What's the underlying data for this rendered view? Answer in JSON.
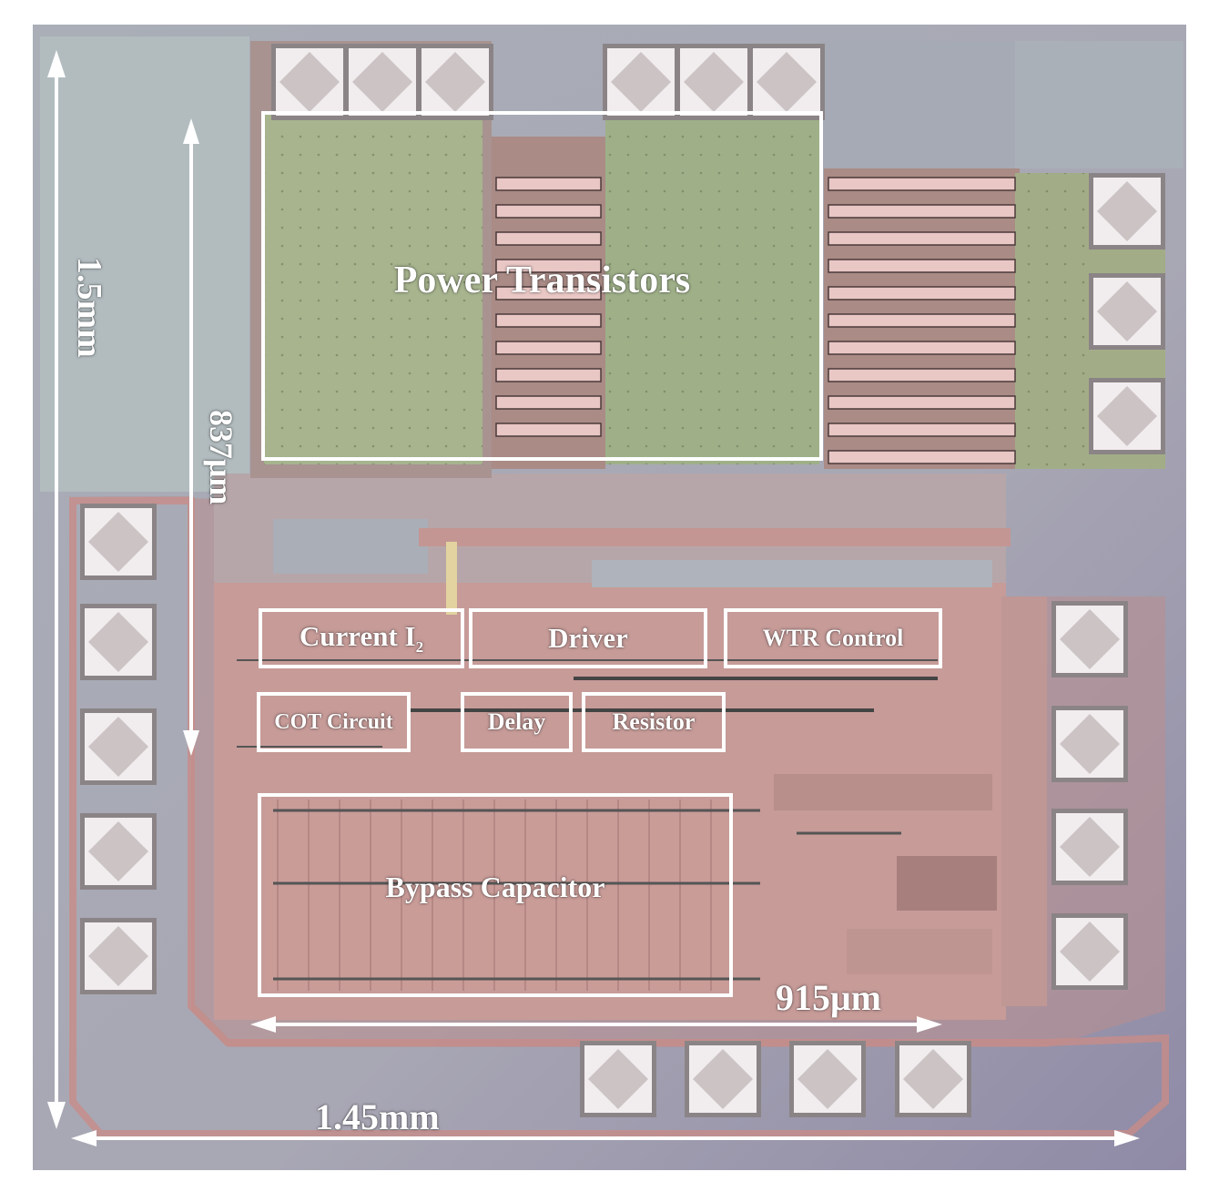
{
  "photo": {
    "colors": {
      "background": "#a7a9b6",
      "logic_area": "#c79c98",
      "power_area": "#9fb08a",
      "pad": "#ece4e6",
      "annotation": "#ffffff"
    }
  },
  "regions": {
    "power_transistors": "Power Transistors",
    "current_label": "Current I",
    "current_sub": "2",
    "driver": "Driver",
    "wtr_control": "WTR Control",
    "cot_circuit": "COT Circuit",
    "delay": "Delay",
    "resistor": "Resistor",
    "bypass_capacitor": "Bypass Capacitor"
  },
  "dimensions": {
    "die_height": "1.5mm",
    "die_width": "1.45mm",
    "block_height": "837μm",
    "block_width": "915μm"
  }
}
